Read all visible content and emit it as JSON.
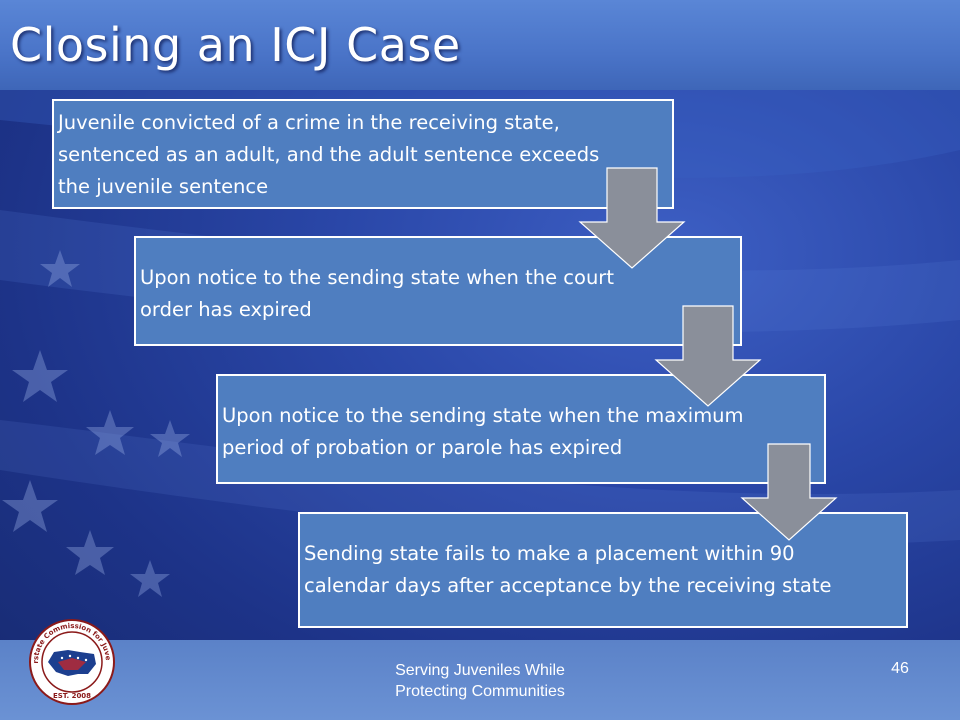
{
  "slide": {
    "title": "Closing an ICJ Case",
    "steps": [
      {
        "lines": [
          "Juvenile convicted of a crime in the receiving state,",
          "sentenced as an adult, and the adult sentence exceeds",
          "the juvenile sentence"
        ]
      },
      {
        "lines": [
          "Upon notice to the sending state when the court",
          "order has expired"
        ]
      },
      {
        "lines": [
          "Upon notice to the sending state when the maximum",
          "period of probation or parole has expired"
        ]
      },
      {
        "lines": [
          "Sending state fails to make a placement within 90",
          "calendar days after acceptance by the receiving state"
        ]
      }
    ],
    "footer": {
      "lines": [
        "Serving Juveniles While",
        "Protecting Communities"
      ],
      "page_number": "46"
    },
    "logo": {
      "ring_text": "Interstate Commission for Juveniles",
      "est_text": "EST. 2008"
    }
  },
  "colors": {
    "box_fill": "#4f7ec0",
    "arrow_fill": "#8a8f9a",
    "background": "#2a47a8"
  }
}
